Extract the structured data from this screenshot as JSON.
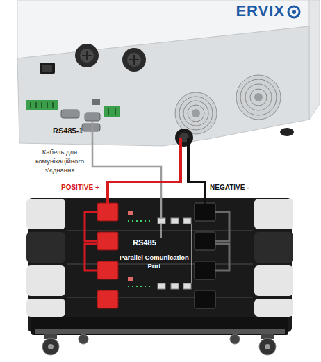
{
  "diagram": {
    "nodes": [
      {
        "text": [
          "ERVIX"
        ]
      },
      {
        "text": [
          "RS485",
          "Parallel Comunication Port"
        ]
      }
    ],
    "edges": [
      {
        "from": 0,
        "to": 1,
        "arrow": "none",
        "label": "Кабель для комунікаційного з’єднання"
      },
      {
        "from": 0,
        "to": 1,
        "arrow": "none",
        "label": "POSITIVE +"
      },
      {
        "from": 0,
        "to": 1,
        "arrow": "none",
        "label": "NEGATIVE -"
      }
    ],
    "labels": [
      "RS485-1"
    ]
  }
}
